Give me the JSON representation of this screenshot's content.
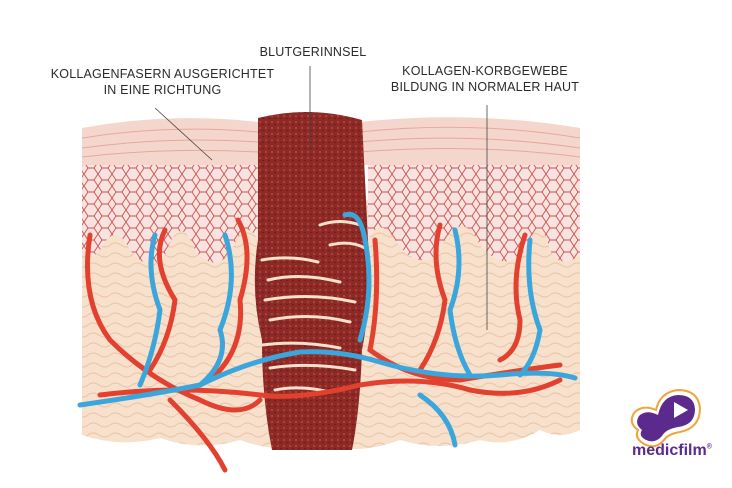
{
  "labels": {
    "left_line1": "KOLLAGENFASERN AUSGERICHTET",
    "left_line2": "IN EINE RICHTUNG",
    "center": "BLUTGERINNSEL",
    "right_line1": "KOLLAGEN-KORBGEWEBE",
    "right_line2": "BILDUNG IN NORMALER HAUT"
  },
  "logo": {
    "text": "medicfilm",
    "mark": "®"
  },
  "colors": {
    "artery": "#e2412f",
    "vein": "#3aa6dc",
    "clot": "#8e2a25",
    "dermis": "#f6dcc4",
    "epidermis": "#f4cfc2",
    "brand": "#5b2a8c",
    "brand_ring": "#f2a33a"
  }
}
